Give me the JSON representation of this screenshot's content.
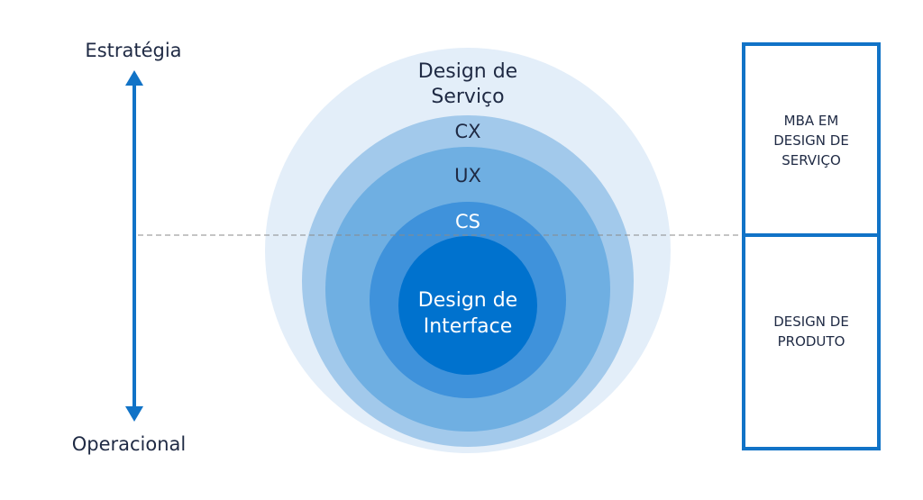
{
  "axis": {
    "top_label": "Estratégia",
    "bottom_label": "Operacional"
  },
  "rings": {
    "outer_line1": "Design de",
    "outer_line2": "Serviço",
    "cx": "CX",
    "ux": "UX",
    "cs": "CS",
    "core_line1": "Design de",
    "core_line2": "Interface"
  },
  "panel": {
    "top_line1": "MBA EM",
    "top_line2": "DESIGN DE",
    "top_line3": "SERVIÇO",
    "bottom_line1": "DESIGN DE",
    "bottom_line2": "PRODUTO"
  },
  "colors": {
    "ring_outer": "#e3eef9",
    "ring_cx": "#a2c9eb",
    "ring_ux": "#6fafe2",
    "ring_cs": "#3f92db",
    "ring_core": "#0072ce",
    "accent": "#1173c7",
    "text_dark": "#1f2a44",
    "divider": "#8a8a8a"
  }
}
